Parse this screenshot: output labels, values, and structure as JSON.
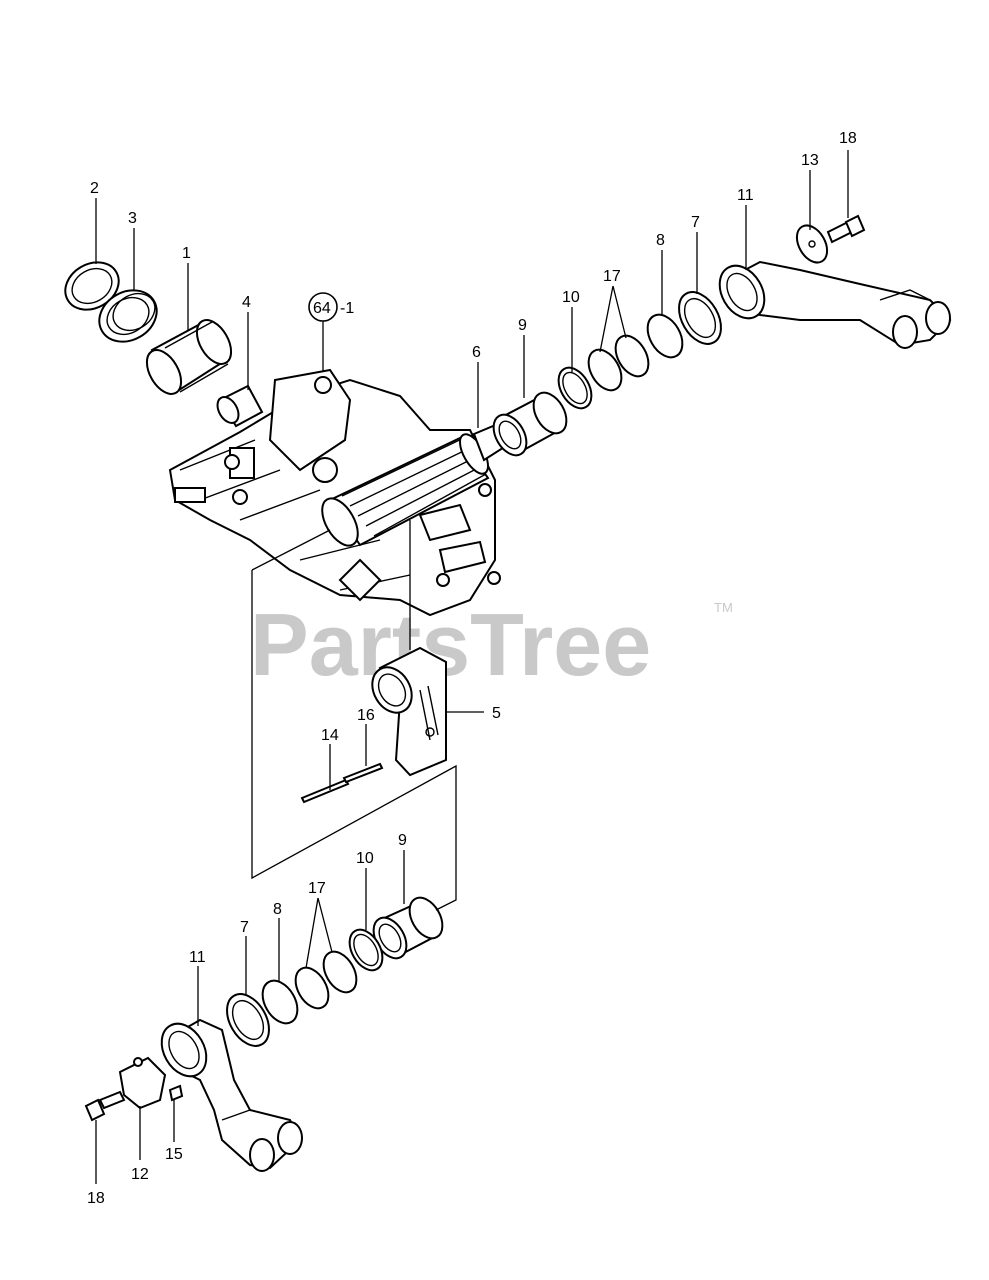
{
  "watermark": {
    "text": "PartsTree",
    "trademark": "TM"
  },
  "callouts": {
    "c2": "2",
    "c3": "3",
    "c1": "1",
    "c4": "4",
    "c64": "64",
    "c64_suffix": "-1",
    "c6": "6",
    "c9a": "9",
    "c10a": "10",
    "c17a": "17",
    "c8a": "8",
    "c7a": "7",
    "c11a": "11",
    "c13": "13",
    "c18a": "18",
    "c5": "5",
    "c16": "16",
    "c14": "14",
    "c9b": "9",
    "c10b": "10",
    "c17b": "17",
    "c8b": "8",
    "c7b": "7",
    "c11b": "11",
    "c12": "12",
    "c15": "15",
    "c18b": "18"
  },
  "colors": {
    "line": "#000000",
    "watermark": "#c9c9c9",
    "background": "#ffffff"
  }
}
